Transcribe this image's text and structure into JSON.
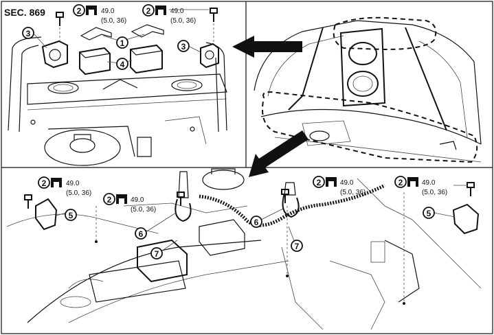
{
  "section_label": "SEC. 869",
  "torque": {
    "value": "49.0",
    "alt": "(5.0, 36)"
  },
  "callouts": {
    "n1": "1",
    "n2": "2",
    "n3": "3",
    "n4": "4",
    "n5": "5",
    "n6": "6",
    "n7": "7"
  }
}
